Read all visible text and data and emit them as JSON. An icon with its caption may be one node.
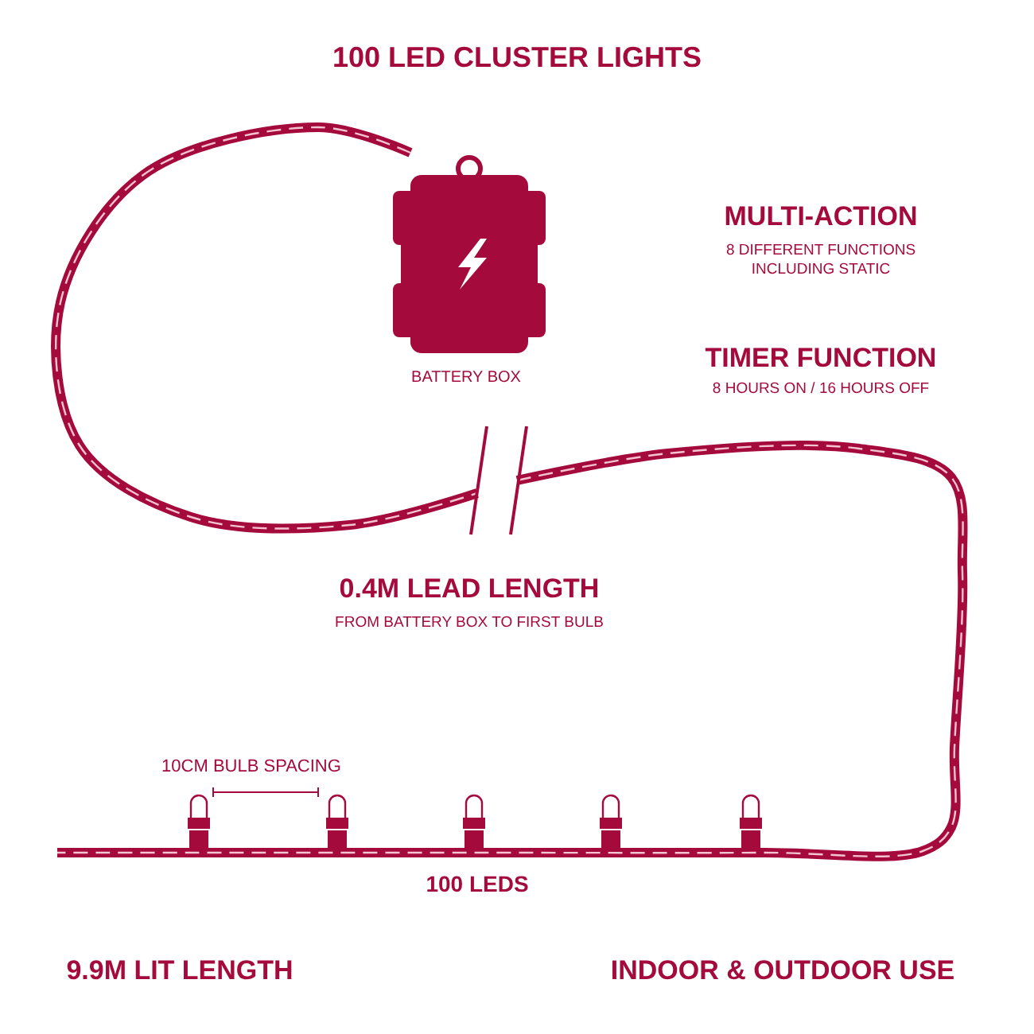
{
  "diagram": {
    "labels": [
      "100 LED CLUSTER LIGHTS",
      "MULTI-ACTION",
      "8 DIFFERENT FUNCTIONS INCLUDING STATIC",
      "BATTERY BOX",
      "TIMER FUNCTION",
      "8 HOURS ON / 16 HOURS OFF",
      "0.4M LEAD LENGTH",
      "FROM BATTERY BOX TO FIRST BULB",
      "10CM BULB SPACING",
      "100 LEDS",
      "9.9M LIT LENGTH",
      "INDOOR & OUTDOOR USE"
    ]
  }
}
